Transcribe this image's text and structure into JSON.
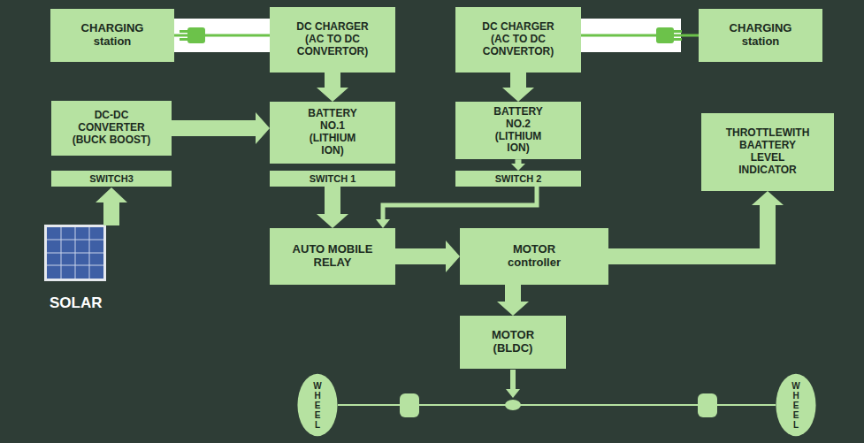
{
  "diagram": {
    "nodes": [
      {
        "text": [
          "CHARGING station"
        ]
      },
      {
        "text": [
          "DC CHARGER (AC TO DC CONVERTOR)"
        ]
      },
      {
        "text": [
          "DC CHARGER (AC TO DC CONVERTOR)"
        ]
      },
      {
        "text": [
          "CHARGING station"
        ]
      },
      {
        "text": [
          "DC-DC CONVERTER (BUCK BOOST)"
        ]
      },
      {
        "text": [
          "BATTERY NO.1 (LITHIUM ION)"
        ]
      },
      {
        "text": [
          "BATTERY NO.2 (LITHIUM ION)"
        ]
      },
      {
        "text": [
          "THROTTLEWITH BAATTERY LEVEL INDICATOR"
        ]
      },
      {
        "text": [
          "SWITCH3"
        ]
      },
      {
        "text": [
          "SWITCH 1"
        ]
      },
      {
        "text": [
          "SWITCH 2"
        ]
      },
      {
        "text": [
          "AUTO MOBILE RELAY"
        ]
      },
      {
        "text": [
          "MOTOR controller"
        ]
      },
      {
        "text": [
          "MOTOR (BLDC)"
        ]
      },
      {
        "text": [
          "WHEEL"
        ]
      },
      {
        "text": [
          "WHEEL"
        ]
      }
    ],
    "edges": [
      {
        "from": 0,
        "to": 1,
        "arrow": "none"
      },
      {
        "from": 3,
        "to": 2,
        "arrow": "none"
      },
      {
        "from": 1,
        "to": 5,
        "arrow": "to"
      },
      {
        "from": 2,
        "to": 6,
        "arrow": "to"
      },
      {
        "from": 4,
        "to": 5,
        "arrow": "to"
      },
      {
        "from": 6,
        "to": 10,
        "arrow": "to"
      },
      {
        "from": 9,
        "to": 11,
        "arrow": "to"
      },
      {
        "from": 10,
        "to": 11,
        "arrow": "to"
      },
      {
        "from": 11,
        "to": 12,
        "arrow": "to"
      },
      {
        "from": 12,
        "to": 13,
        "arrow": "to"
      },
      {
        "from": 12,
        "to": 7,
        "arrow": "to"
      },
      {
        "from": 14,
        "to": 15,
        "arrow": "none"
      }
    ],
    "labels": [
      "SOLAR"
    ]
  }
}
